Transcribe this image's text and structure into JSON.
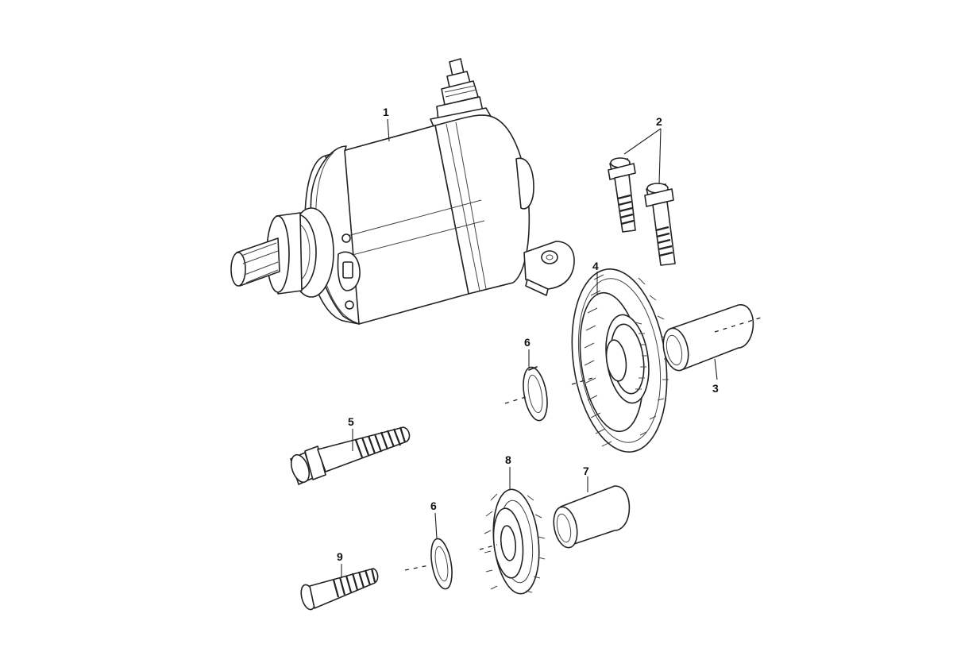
{
  "callouts": {
    "starter_motor": "1",
    "mounting_bolts": "2",
    "idle_gear_bushing": "3",
    "idle_gear": "4",
    "gear_shaft_bolt": "5",
    "washer_upper": "6",
    "reduction_gear_bushing": "7",
    "reduction_gear": "8",
    "reduction_shaft_bolt": "9",
    "washer_lower": "6"
  }
}
